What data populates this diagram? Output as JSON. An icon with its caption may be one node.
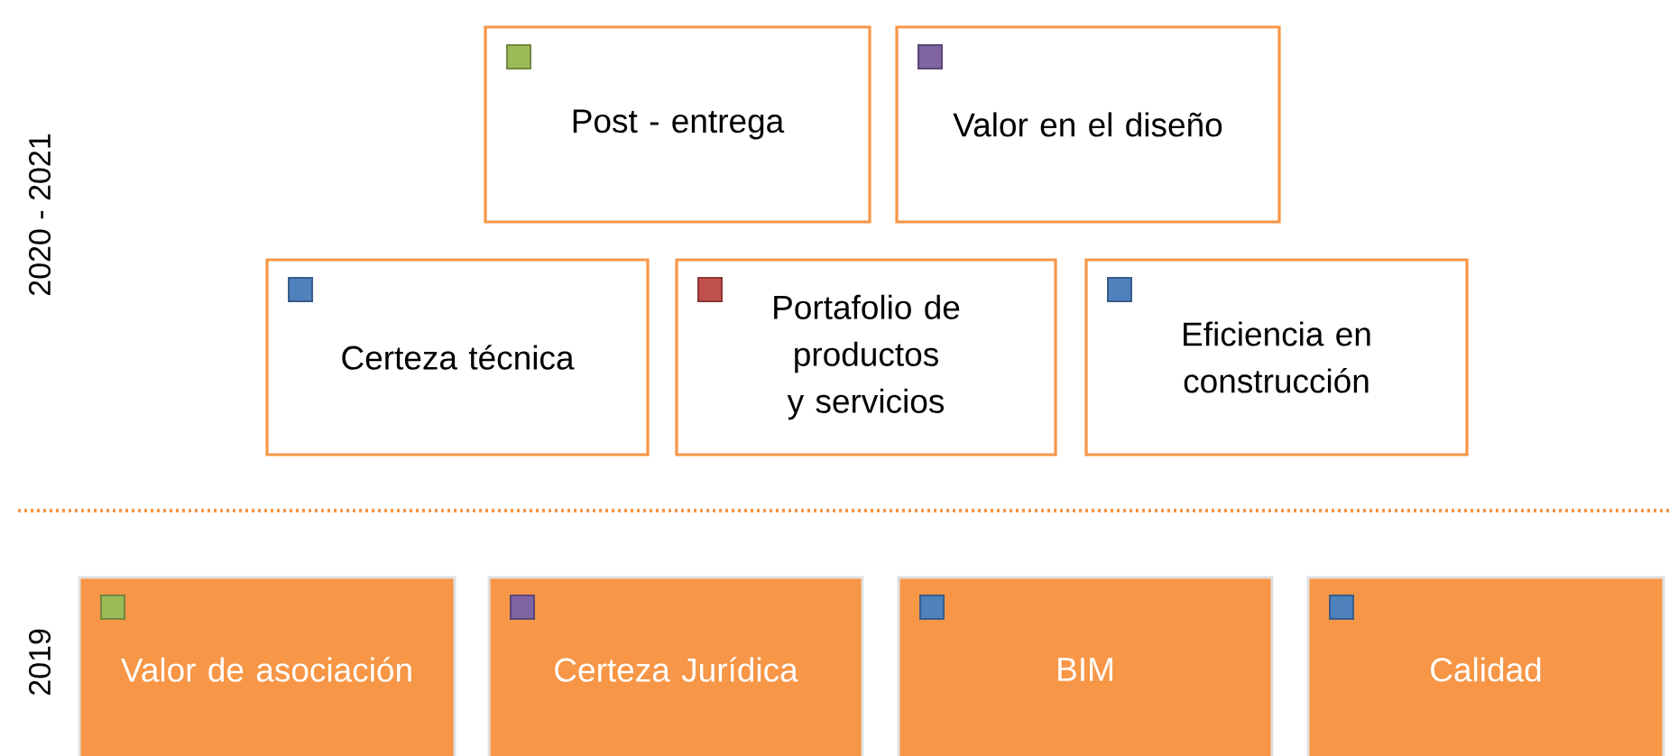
{
  "diagram": {
    "nodes": [
      {
        "text": [
          "Post - entrega"
        ]
      },
      {
        "text": [
          "Valor en el diseño"
        ]
      },
      {
        "text": [
          "Certeza técnica"
        ]
      },
      {
        "text": [
          "Portafolio de productos y servicios"
        ]
      },
      {
        "text": [
          "Eficiencia en construcción"
        ]
      },
      {
        "text": [
          "Valor de asociación"
        ]
      },
      {
        "text": [
          "Certeza Jurídica"
        ]
      },
      {
        "text": [
          "BIM"
        ]
      },
      {
        "text": [
          "Calidad"
        ]
      }
    ],
    "labels": [
      "2020 - 2021",
      "2019"
    ]
  }
}
